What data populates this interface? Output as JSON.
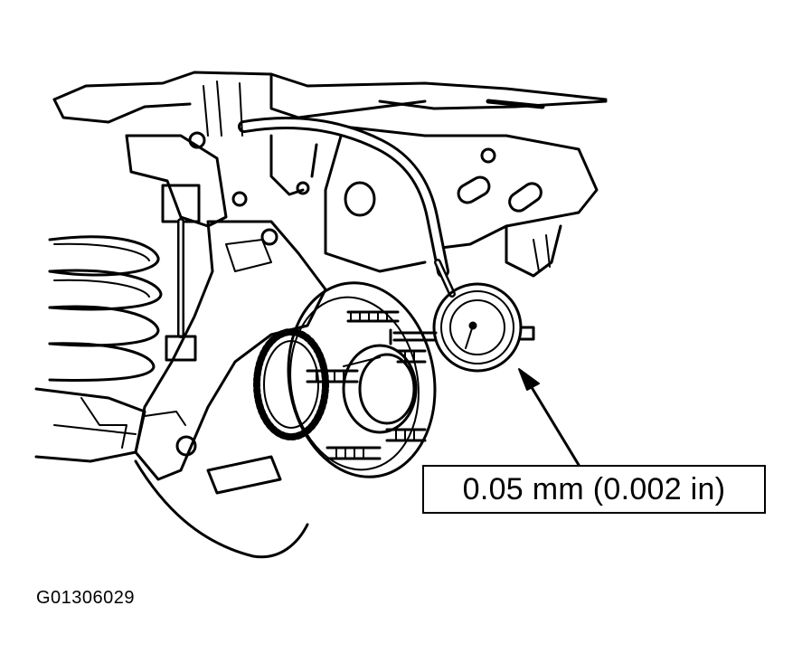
{
  "diagram": {
    "spec_callout": "0.05 mm (0.002 in)",
    "figure_id": "G01306029",
    "line_color": "#000000",
    "background_color": "#ffffff",
    "parts": [
      "coil-spring",
      "brake-rotor",
      "abs-tone-ring",
      "wheel-hub",
      "wheel-studs",
      "dial-indicator",
      "magnetic-base-arm",
      "knuckle",
      "lower-control-arm",
      "wiring-harness",
      "subframe"
    ]
  }
}
